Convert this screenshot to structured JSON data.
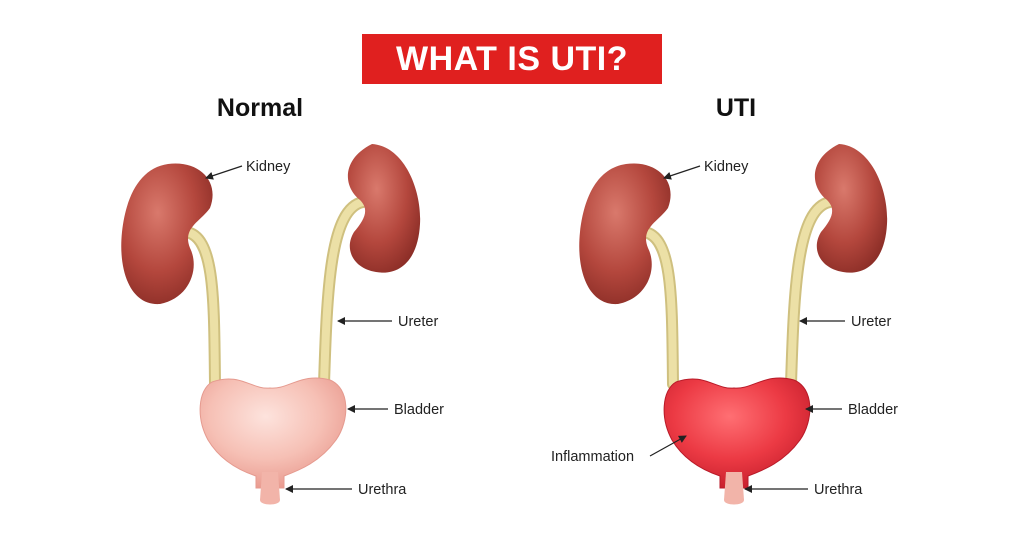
{
  "title": "WHAT IS UTI?",
  "panels": {
    "normal": {
      "heading": "Normal",
      "labels": {
        "kidney": "Kidney",
        "ureter": "Ureter",
        "bladder": "Bladder",
        "urethra": "Urethra"
      }
    },
    "uti": {
      "heading": "UTI",
      "labels": {
        "kidney": "Kidney",
        "ureter": "Ureter",
        "bladder": "Bladder",
        "urethra": "Urethra",
        "inflammation": "Inflammation"
      }
    }
  },
  "colors": {
    "banner": "#e0201f",
    "kidney": "#b4473d",
    "ureter": "#e8dca0",
    "bladder_normal": "#f3b9ae",
    "bladder_uti": "#e8363f"
  }
}
